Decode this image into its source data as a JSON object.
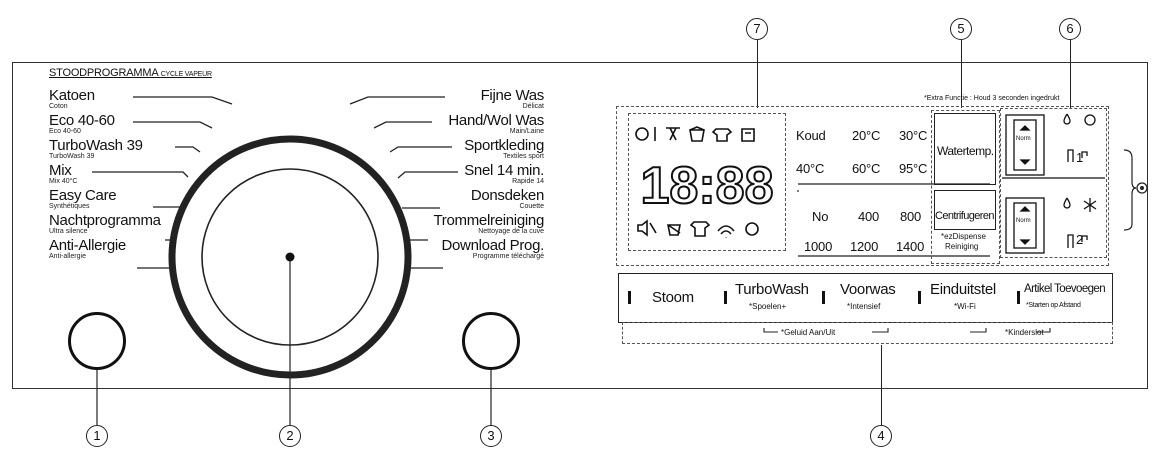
{
  "header": {
    "title": "STOODPROGRAMMA",
    "subtitle": "CYCLE VAPEUR"
  },
  "programs_left": [
    {
      "name": "Katoen",
      "sub": "Coton"
    },
    {
      "name": "Eco 40-60",
      "sub": "Eco 40-60"
    },
    {
      "name": "TurboWash 39",
      "sub": "TurboWash 39"
    },
    {
      "name": "Mix",
      "sub": "Mix 40°C"
    },
    {
      "name": "Easy Care",
      "sub": "Synthétiques"
    },
    {
      "name": "Nachtprogramma",
      "sub": "Ultra silence"
    },
    {
      "name": "Anti-Allergie",
      "sub": "Anti-allergie"
    }
  ],
  "programs_right": [
    {
      "name": "Fijne Was",
      "sub": "Délicat"
    },
    {
      "name": "Hand/Wol Was",
      "sub": "Main/Laine"
    },
    {
      "name": "Sportkleding",
      "sub": "Textiles sport"
    },
    {
      "name": "Snel 14 min.",
      "sub": "Rapide 14"
    },
    {
      "name": "Donsdeken",
      "sub": "Couette"
    },
    {
      "name": "Trommelreiniging",
      "sub": "Nettoyage de la cuve"
    },
    {
      "name": "Download Prog.",
      "sub": "Programme téléchargé"
    }
  ],
  "display": {
    "digits": "18:88",
    "extra_note": "*Extra Functie : Houd 3 seconden ingedrukt",
    "temps": [
      "Koud",
      "20°C",
      "30°C",
      "40°C",
      "60°C",
      "95°C"
    ],
    "temp_label": "Watertemp.",
    "spins": [
      "No",
      "400",
      "800",
      "1000",
      "1200",
      "1400"
    ],
    "spin_label": "Centrifugeren",
    "ezdispense": "*ezDispense",
    "reiniging": "Reiniging",
    "norm": "Norm",
    "tank1": "1",
    "tank2": "2"
  },
  "buttons": [
    {
      "label": "Stoom",
      "sub": ""
    },
    {
      "label": "TurboWash",
      "sub": "*Spoelen+"
    },
    {
      "label": "Voorwas",
      "sub": "*Intensief"
    },
    {
      "label": "Einduitstel",
      "sub": "*Wi-Fi"
    },
    {
      "label": "Artikel Toevoegen",
      "sub": "*Starten op Afstand"
    }
  ],
  "combos": {
    "sound": "*Geluid Aan/Uit",
    "childlock": "*Kinderslot"
  },
  "callouts": [
    "1",
    "2",
    "3",
    "4",
    "5",
    "6",
    "7"
  ]
}
